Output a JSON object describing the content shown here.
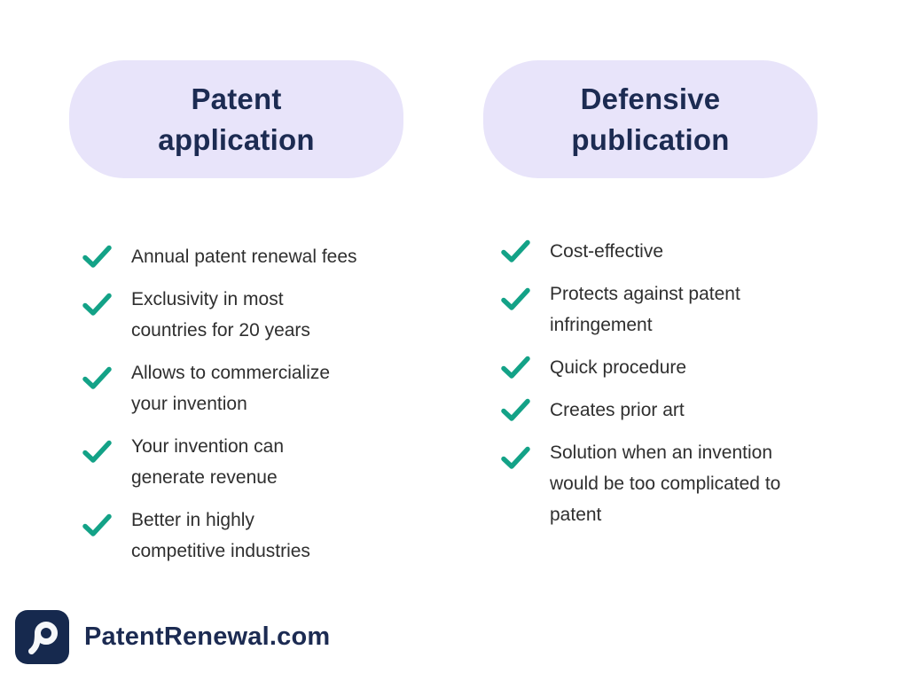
{
  "columns": [
    {
      "header": "Patent\napplication",
      "items": [
        {
          "lines": [
            "Annual patent renewal fees"
          ]
        },
        {
          "lines": [
            "Exclusivity in most",
            "countries for 20 years"
          ]
        },
        {
          "lines": [
            "Allows to commercialize",
            "your invention"
          ]
        },
        {
          "lines": [
            "Your invention can",
            "generate revenue"
          ]
        },
        {
          "lines": [
            "Better in highly",
            "competitive industries"
          ]
        }
      ]
    },
    {
      "header": "Defensive\npublication",
      "items": [
        {
          "lines": [
            "Cost-effective"
          ]
        },
        {
          "lines": [
            "Protects against patent",
            "infringement"
          ]
        },
        {
          "lines": [
            "Quick procedure"
          ]
        },
        {
          "lines": [
            "Creates prior art"
          ]
        },
        {
          "lines": [
            "Solution when an invention",
            "would be too complicated to",
            "patent"
          ]
        }
      ]
    }
  ],
  "footer": {
    "brand": "PatentRenewal.com"
  },
  "icons": {
    "list_marker": "check-icon",
    "logo": "patentrenewal-logo-icon"
  },
  "colors": {
    "pill_bg": "#e8e4fa",
    "heading": "#1c2b52",
    "body_text": "#2f2f2f",
    "check": "#13a287",
    "logo_bg": "#16294e",
    "logo_glyph": "#f5f7fa",
    "page_bg": "#ffffff"
  }
}
